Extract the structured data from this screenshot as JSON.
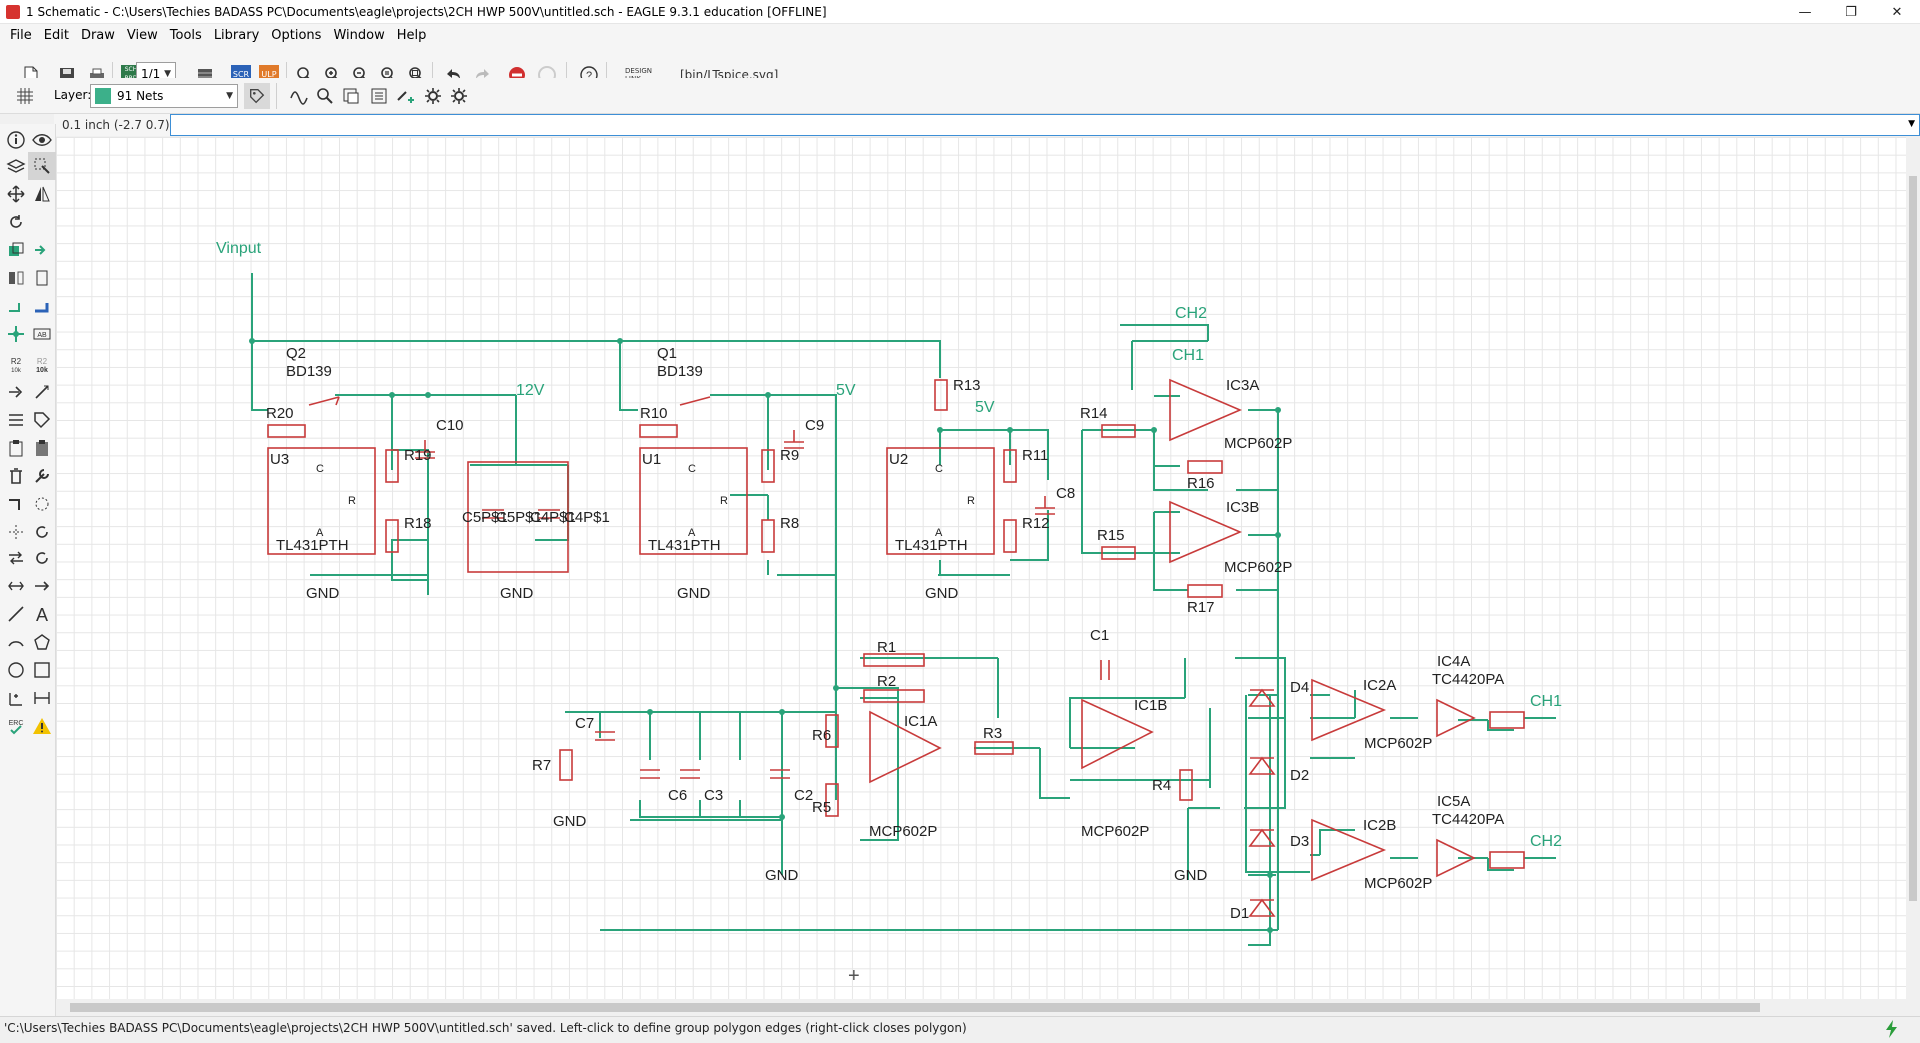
{
  "window": {
    "title": "1 Schematic - C:\\Users\\Techies BADASS PC\\Documents\\eagle\\projects\\2CH HWP 500V\\untitled.sch - EAGLE 9.3.1 education [OFFLINE]",
    "minimize": "—",
    "maximize": "❐",
    "close": "✕"
  },
  "menu": [
    "File",
    "Edit",
    "Draw",
    "View",
    "Tools",
    "Library",
    "Options",
    "Window",
    "Help"
  ],
  "toolbar": {
    "sheet": "1/1",
    "design_link": "DESIGN LINK",
    "script_path": "[bin/LTspice.svg]",
    "scr": "SCR",
    "ulp": "ULP",
    "sch_brd": "SCH BRD"
  },
  "layerbar": {
    "layer_label": "Layer:",
    "layer_value": "91 Nets",
    "layer_color": "#3cb08a"
  },
  "cmdbar": {
    "coordinate": "0.1 inch (-2.7 0.7)",
    "command": ""
  },
  "status": {
    "message": "'C:\\Users\\Techies BADASS PC\\Documents\\eagle\\projects\\2CH HWP 500V\\untitled.sch' saved. Left-click to define group polygon edges (right-click closes polygon)"
  },
  "colors": {
    "net": "#2aa37a",
    "part": "#c83b3b",
    "accent": "#3d8fd6"
  },
  "schematic": {
    "nets": {
      "vinput": "Vinput",
      "v12": "12V",
      "v5a": "5V",
      "v5b": "5V",
      "ch2_top": "CH2",
      "ch1_top": "CH1",
      "ch1_out": "CH1",
      "ch2_out": "CH2",
      "gnd": "GND"
    },
    "parts": {
      "q2": "Q2",
      "bd139a": "BD139",
      "q1": "Q1",
      "bd139b": "BD139",
      "r20": "R20",
      "r10": "R10",
      "r13": "R13",
      "r14": "R14",
      "r15": "R15",
      "r16": "R16",
      "r17": "R17",
      "r19": "R19",
      "r18": "R18",
      "r9": "R9",
      "r8": "R8",
      "r11": "R11",
      "r12": "R12",
      "c10": "C10",
      "c9": "C9",
      "c8": "C8",
      "u3": "U3",
      "u1": "U1",
      "u2": "U2",
      "tl431a": "TL431PTH",
      "tl431b": "TL431PTH",
      "tl431c": "TL431PTH",
      "ic3a": "IC3A",
      "ic3b": "IC3B",
      "mcp1": "MCP602P",
      "mcp2": "MCP602P",
      "p1": "C5P$1",
      "p2": "C5P$1",
      "p3": "C4P$1",
      "p4": "C4P$1",
      "r1": "R1",
      "r2": "R2",
      "r3": "R3",
      "c1": "C1",
      "ic1a": "IC1A",
      "ic1b": "IC1B",
      "r6": "R6",
      "r5": "R5",
      "c7": "C7",
      "r7": "R7",
      "c6": "C6",
      "c3": "C3",
      "c2": "C2",
      "r4": "R4",
      "mcp3": "MCP602P",
      "mcp4": "MCP602P",
      "d4": "D4",
      "d2": "D2",
      "d3": "D3",
      "d1": "D1",
      "ic2a": "IC2A",
      "ic2b": "IC2B",
      "mcp5": "MCP602P",
      "mcp6": "MCP602P",
      "ic4a": "IC4A",
      "ic5a": "IC5A",
      "tc1": "TC4420PA",
      "tc2": "TC4420PA",
      "c_label": "C",
      "a_label": "A",
      "r_label": "R"
    }
  }
}
